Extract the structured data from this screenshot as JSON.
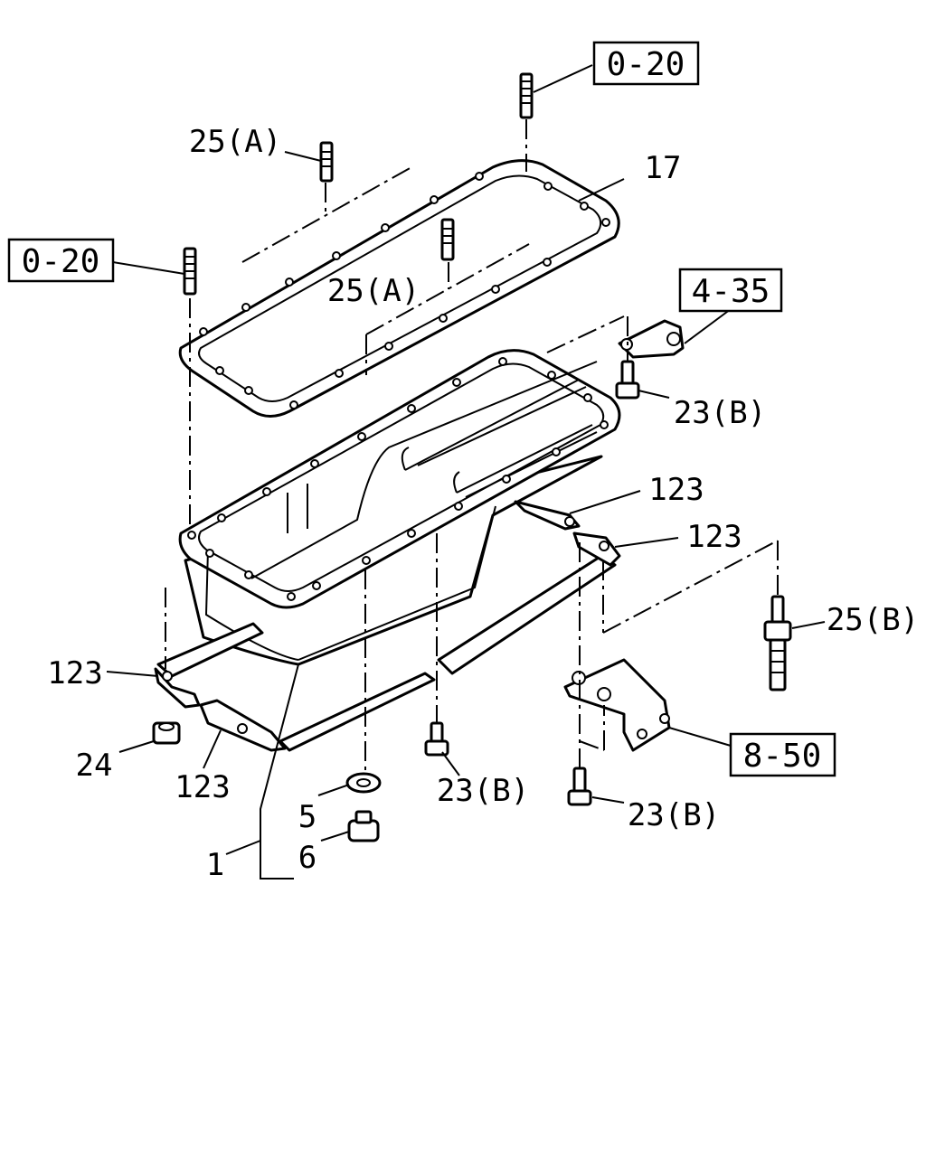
{
  "diagram": {
    "labels": {
      "ref_0_20_top": "0-20",
      "ref_0_20_left": "0-20",
      "ref_4_35": "4-35",
      "ref_8_50": "8-50",
      "p17": "17",
      "p25a_top": "25(A)",
      "p25a_mid": "25(A)",
      "p23b_top": "23(B)",
      "p123_a": "123",
      "p123_b": "123",
      "p123_c": "123",
      "p123_d": "123",
      "p25b": "25(B)",
      "p24": "24",
      "p23b_mid": "23(B)",
      "p23b_right": "23(B)",
      "p5": "5",
      "p6": "6",
      "p1": "1"
    }
  }
}
